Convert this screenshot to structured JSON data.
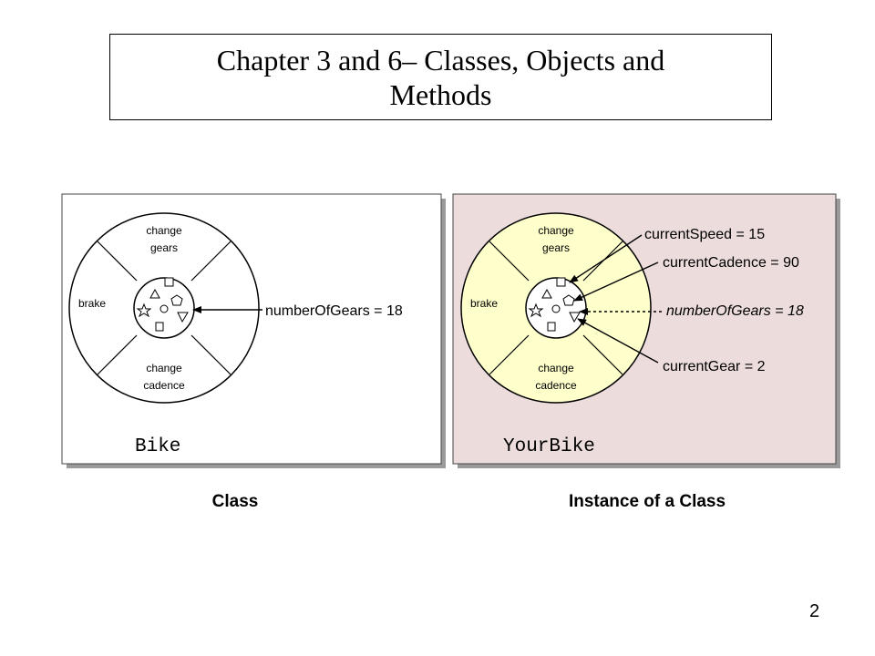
{
  "slide": {
    "title_line1": "Chapter 3 and 6– Classes, Objects and",
    "title_line2": "Methods",
    "number": "2"
  },
  "class_panel": {
    "name": "Bike",
    "caption": "Class",
    "segments": {
      "top_line1": "change",
      "top_line2": "gears",
      "left": "brake",
      "bottom_line1": "change",
      "bottom_line2": "cadence"
    },
    "variable": "numberOfGears = 18"
  },
  "instance_panel": {
    "name": "YourBike",
    "caption": "Instance of a Class",
    "segments": {
      "top_line1": "change",
      "top_line2": "gears",
      "left": "brake",
      "bottom_line1": "change",
      "bottom_line2": "cadence"
    },
    "variables": [
      "currentSpeed = 15",
      "currentCadence = 90",
      "numberOfGears = 18",
      "currentGear = 2"
    ]
  },
  "colors": {
    "instance_bg": "#ecdcdc",
    "instance_wheel": "#ffffcc",
    "shadow": "#9a9a9a"
  }
}
